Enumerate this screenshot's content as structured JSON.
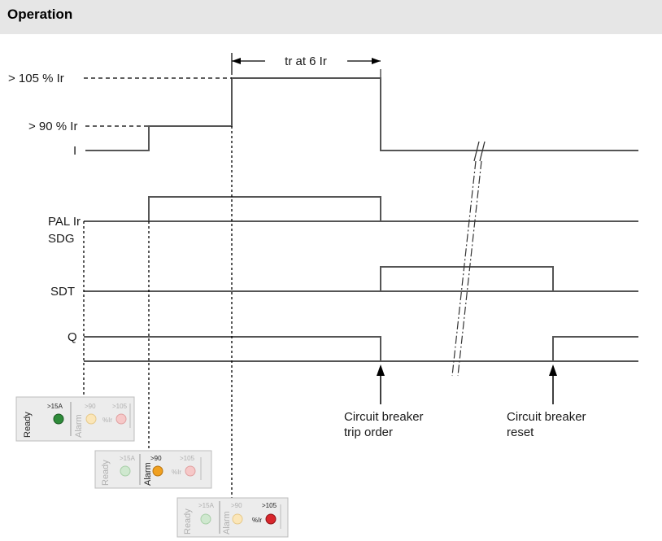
{
  "header": {
    "title": "Operation"
  },
  "levels": {
    "ir105": "> 105 % Ir",
    "ir90": "> 90 % Ir",
    "current": "I"
  },
  "duration": {
    "label": "tr at 6 Ir"
  },
  "signals": {
    "pal": "PAL Ir",
    "sdg": "SDG",
    "sdt": "SDT",
    "q": "Q"
  },
  "annotations": {
    "trip_line1": "Circuit breaker",
    "trip_line2": "trip order",
    "reset_line1": "Circuit breaker",
    "reset_line2": "reset"
  },
  "indicator": {
    "ready": "Ready",
    "alarm": "Alarm",
    "t15": ">15A",
    "t90": ">90",
    "t105": ">105",
    "pir": "%Ir"
  },
  "colors": {
    "green_led": "#2e8b3a",
    "orange_led": "#f0a020",
    "red_led": "#d8262c",
    "dim_green": "#cfe8cf",
    "dim_orange": "#fbe6b8",
    "dim_red": "#f6c8c8"
  }
}
